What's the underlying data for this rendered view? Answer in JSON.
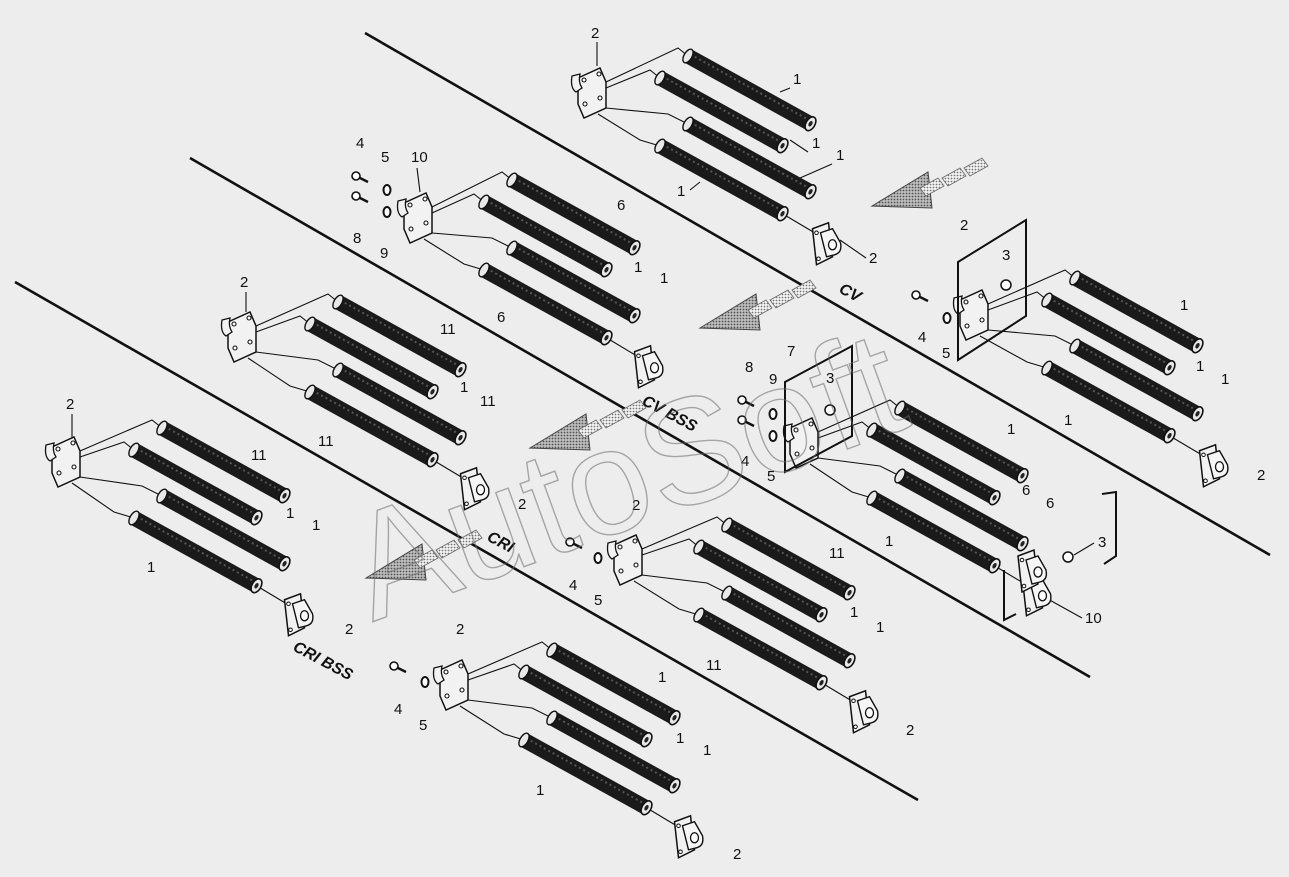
{
  "watermark": "AutoSoft",
  "sections": [
    "CV",
    "CV BSS",
    "CRI",
    "CRI BSS"
  ],
  "callouts": [
    "1",
    "2",
    "3",
    "4",
    "5",
    "6",
    "7",
    "8",
    "9",
    "10",
    "11"
  ],
  "colors": {
    "background": "#ededed",
    "line": "#111111",
    "roller": "#1a1a1a",
    "arrow_fill": "#8c8c8c"
  }
}
